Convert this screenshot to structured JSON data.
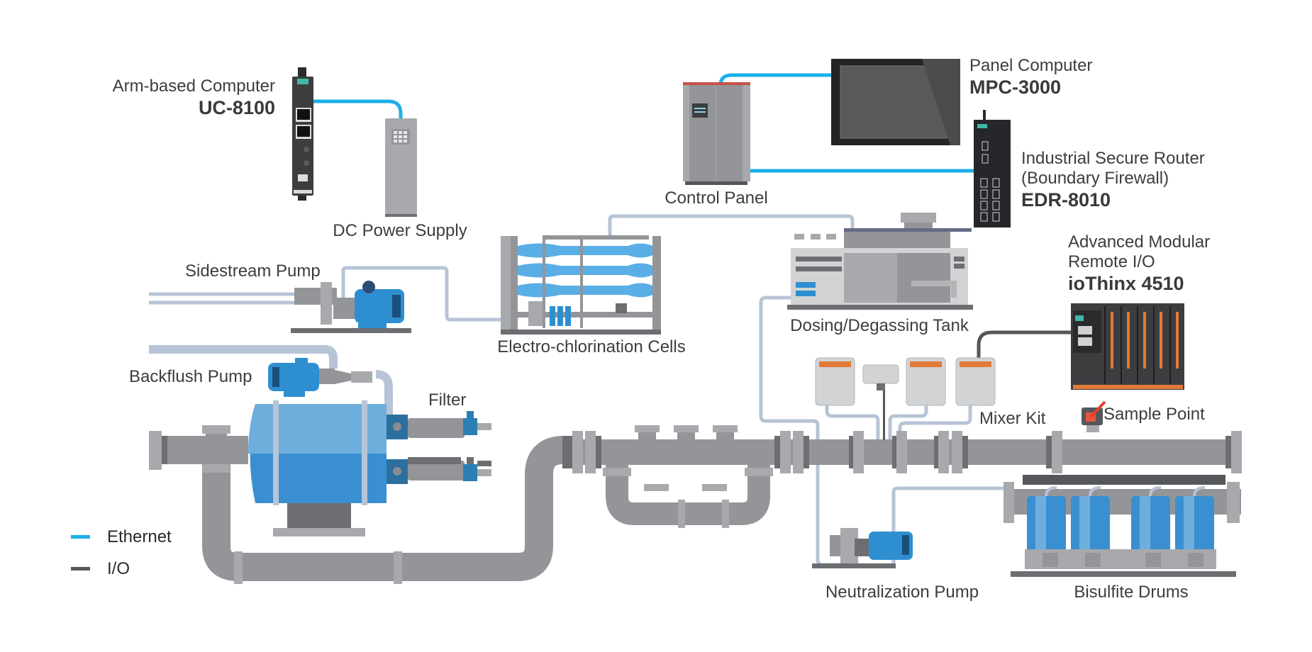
{
  "diagram": {
    "title": "",
    "colors": {
      "ethernet": "#1ab0e8",
      "io": "#55575a",
      "pipe": "#939598",
      "pipe_dark": "#6d6e71",
      "pipe_light": "#a7a9ac",
      "water_line": "#b7c4d6",
      "pump_blue": "#2e8fd0",
      "accent_orange": "#e17b37",
      "sample_red": "#e8402a"
    },
    "devices": {
      "uc8100": {
        "desc": "Arm-based Computer",
        "model": "UC-8100"
      },
      "dc_power": {
        "desc": "DC Power Supply"
      },
      "control_panel": {
        "desc": "Control Panel"
      },
      "mpc3000": {
        "desc": "Panel Computer",
        "model": "MPC-3000"
      },
      "edr8010": {
        "desc_line1": "Industrial Secure Router",
        "desc_line2": "(Boundary Firewall)",
        "model": "EDR-8010"
      },
      "iothinx": {
        "desc_line1": "Advanced Modular",
        "desc_line2": "Remote I/O",
        "model": "ioThinx 4510"
      },
      "sidestream_pump": {
        "desc": "Sidestream Pump"
      },
      "electro_cells": {
        "desc": "Electro-chlorination Cells"
      },
      "dosing_tank": {
        "desc": "Dosing/Degassing Tank"
      },
      "backflush_pump": {
        "desc": "Backflush Pump"
      },
      "filter": {
        "desc": "Filter"
      },
      "mixer_kit": {
        "desc": "Mixer Kit"
      },
      "sample_point": {
        "desc": "Sample Point"
      },
      "neutralization_pump": {
        "desc": "Neutralization Pump"
      },
      "bisulfite_drums": {
        "desc": "Bisulfite Drums"
      }
    },
    "connections": [
      {
        "from": "UC-8100",
        "to": "DC Power Supply",
        "type": "Ethernet"
      },
      {
        "from": "Control Panel",
        "to": "MPC-3000",
        "type": "Ethernet"
      },
      {
        "from": "Control Panel",
        "to": "EDR-8010",
        "type": "Ethernet"
      },
      {
        "from": "ioThinx 4510",
        "to": "Mixer Kit",
        "type": "I/O"
      }
    ]
  },
  "legend": {
    "items": [
      {
        "label": "Ethernet",
        "color": "#1ab0e8"
      },
      {
        "label": "I/O",
        "color": "#55575a"
      }
    ]
  }
}
